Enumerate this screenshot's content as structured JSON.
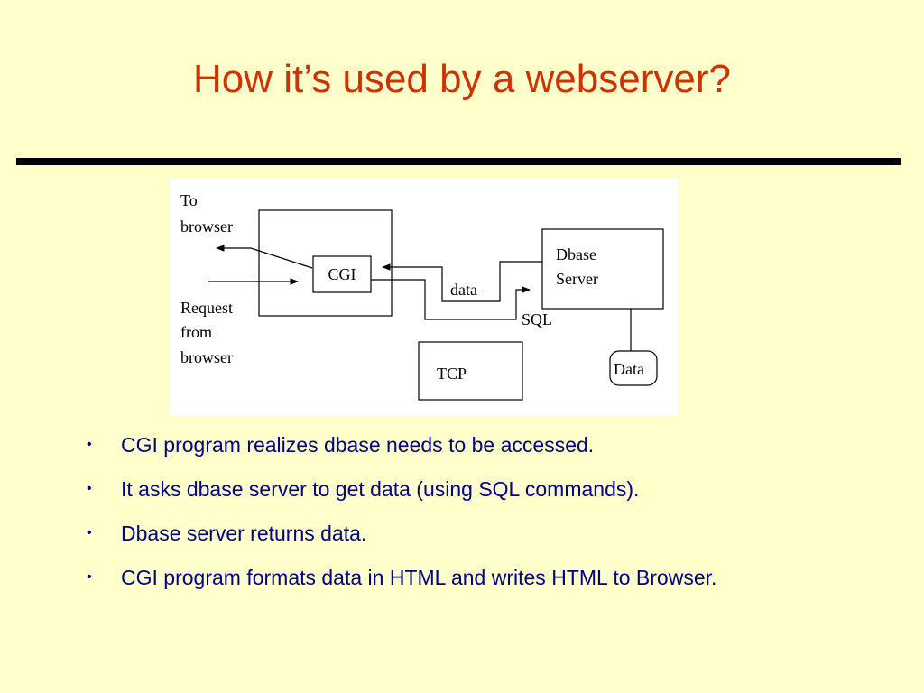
{
  "slide": {
    "title": "How it’s used by a webserver?"
  },
  "diagram": {
    "to_browser_line1": "To",
    "to_browser_line2": "browser",
    "request_line1": "Request",
    "request_line2": "from",
    "request_line3": "browser",
    "cgi_label": "CGI",
    "data_label": "data",
    "sql_label": "SQL",
    "dbase_line1": "Dbase",
    "dbase_line2": "Server",
    "tcp_label": "TCP",
    "data_store_label": "Data"
  },
  "bullets": {
    "marker": "•",
    "items": [
      "CGI program realizes dbase needs to be accessed.",
      "It asks dbase server to get data (using SQL commands).",
      "Dbase server returns data.",
      "CGI program formats data in HTML and writes HTML to Browser."
    ]
  },
  "colors": {
    "background": "#FFFFCC",
    "title": "#CC3300",
    "bullet_text": "#000080"
  }
}
